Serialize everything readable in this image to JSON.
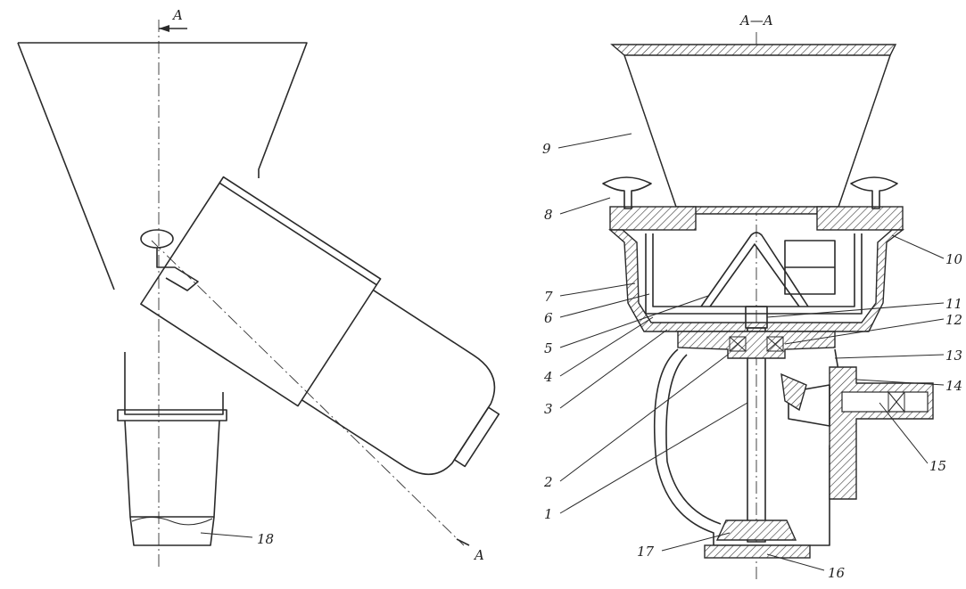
{
  "section_title": "A—A",
  "cut_mark_top": "A",
  "cut_mark_bottom": "A",
  "labels": {
    "n1": "1",
    "n2": "2",
    "n3": "3",
    "n4": "4",
    "n5": "5",
    "n6": "6",
    "n7": "7",
    "n8": "8",
    "n9": "9",
    "n10": "10",
    "n11": "11",
    "n12": "12",
    "n13": "13",
    "n14": "14",
    "n15": "15",
    "n16": "16",
    "n17": "17",
    "n18": "18"
  }
}
